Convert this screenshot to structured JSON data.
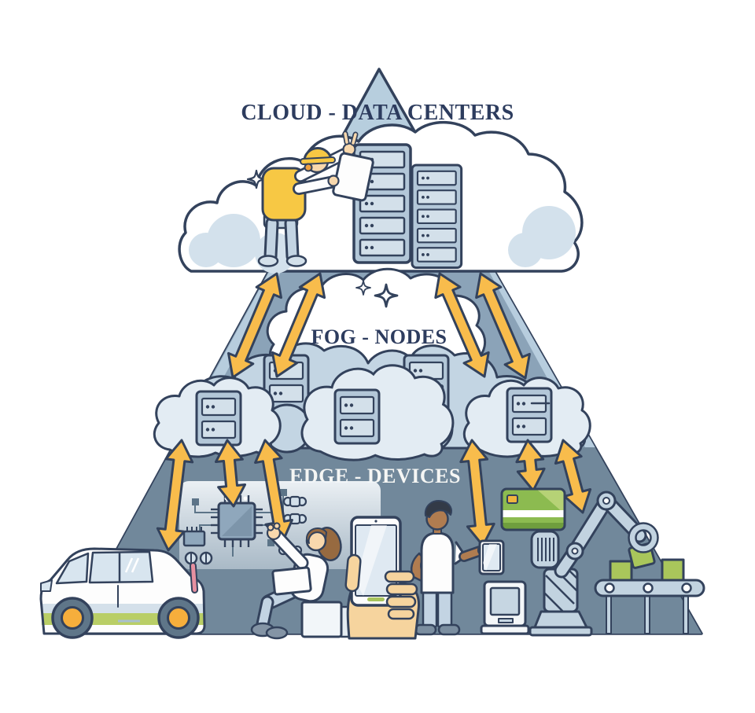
{
  "layers": {
    "cloud": {
      "label": "CLOUD - DATA CENTERS"
    },
    "fog": {
      "label": "FOG - NODES"
    },
    "edge": {
      "label": "EDGE - DEVICES"
    }
  },
  "icons": {
    "cloud_layer": [
      "cloud-icon",
      "server-rack-icon",
      "server-rack-icon",
      "maintenance-worker-icon",
      "sparkle-icon"
    ],
    "fog_layer": [
      "fog-label-cloud-icon",
      "fog-backdrop-cloud-icon",
      "server-node-icon",
      "server-node-icon",
      "server-node-icon",
      "server-node-icon",
      "server-node-icon",
      "sparkle-icon"
    ],
    "edge_layer": [
      "connected-car-icon",
      "circuit-board-icon",
      "woman-with-laptop-icon",
      "hand-with-smartphone-icon",
      "man-with-tablet-icon",
      "credit-card-icon",
      "desktop-terminal-icon",
      "smart-speaker-icon",
      "robot-arm-icon",
      "conveyor-belt-icon"
    ],
    "connector": "double-arrow-icon"
  },
  "colors": {
    "outline": "#33425c",
    "pyramid_top": "#b7cede",
    "pyramid_middle": "#8ba3b8",
    "pyramid_bottom": "#71889b",
    "arrow_orange": "#f8bc4c",
    "accent_yellow": "#f7c844",
    "accent_green": "#a9c65b",
    "cloud_white": "#ffffff",
    "label_dark": "#2d3c5e",
    "label_light": "#f5f6f4"
  }
}
